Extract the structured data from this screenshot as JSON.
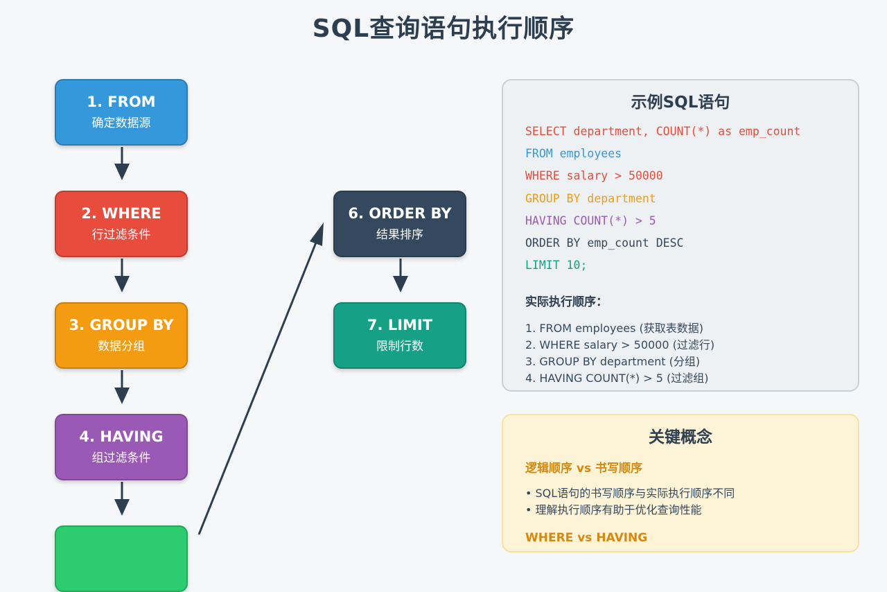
{
  "title": "SQL查询语句执行顺序",
  "steps": [
    {
      "name": "1. FROM",
      "desc": "确定数据源",
      "color": "#3498db"
    },
    {
      "name": "2. WHERE",
      "desc": "行过滤条件",
      "color": "#e74c3c"
    },
    {
      "name": "3. GROUP BY",
      "desc": "数据分组",
      "color": "#f39c12"
    },
    {
      "name": "4. HAVING",
      "desc": "组过滤条件",
      "color": "#9b59b6"
    },
    {
      "name": "",
      "desc": "",
      "color": "#2ecc71"
    },
    {
      "name": "6. ORDER BY",
      "desc": "结果排序",
      "color": "#34495e"
    },
    {
      "name": "7. LIMIT",
      "desc": "限制行数",
      "color": "#16a085"
    }
  ],
  "sql_panel": {
    "title": "示例SQL语句",
    "code_lines": [
      {
        "text": "SELECT department, COUNT(*) as emp_count",
        "color": "#e74c3c"
      },
      {
        "text": "FROM employees",
        "color": "#3498db"
      },
      {
        "text": "WHERE salary > 50000",
        "color": "#e74c3c"
      },
      {
        "text": "GROUP BY department",
        "color": "#f39c12"
      },
      {
        "text": "HAVING COUNT(*) > 5",
        "color": "#9b59b6"
      },
      {
        "text": "ORDER BY emp_count DESC",
        "color": "#34495e"
      },
      {
        "text": "LIMIT 10;",
        "color": "#16a085"
      }
    ],
    "exec_title": "实际执行顺序：",
    "exec_items": [
      "1. FROM employees (获取表数据)",
      "2. WHERE salary > 50000 (过滤行)",
      "3. GROUP BY department (分组)",
      "4. HAVING COUNT(*) > 5 (过滤组)"
    ]
  },
  "concept_panel": {
    "title": "关键概念",
    "subtitle": "逻辑顺序 vs 书写顺序",
    "bullets": [
      "• SQL语句的书写顺序与实际执行顺序不同",
      "• 理解执行顺序有助于优化查询性能"
    ],
    "subtitle2": "WHERE vs HAVING"
  }
}
